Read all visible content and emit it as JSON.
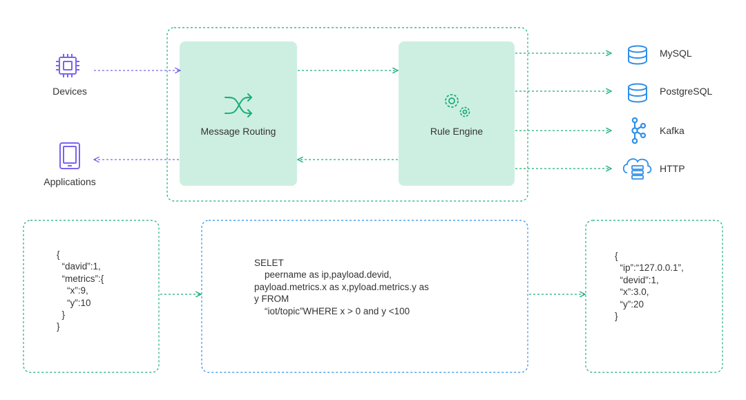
{
  "colors": {
    "green": "#1BAE77",
    "green_fill": "#CDEFE1",
    "purple": "#7A63F0",
    "blue": "#2F8FE8"
  },
  "inputs": {
    "devices": {
      "label": "Devices",
      "icon": "chip-icon"
    },
    "applications": {
      "label": "Applications",
      "icon": "tablet-icon"
    }
  },
  "core": {
    "routing": {
      "label": "Message Routing",
      "icon": "shuffle-icon"
    },
    "rules": {
      "label": "Rule Engine",
      "icon": "gears-icon"
    }
  },
  "outputs": [
    {
      "label": "MySQL",
      "icon": "database-icon"
    },
    {
      "label": "PostgreSQL",
      "icon": "database-icon"
    },
    {
      "label": "Kafka",
      "icon": "kafka-icon"
    },
    {
      "label": "HTTP",
      "icon": "cloud-server-icon"
    }
  ],
  "example": {
    "input_json": "{\n  “david”:1,\n  “metrics”:{\n    “x”:9,\n    “y”:10\n  }\n}",
    "sql": "SELET\n    peername as ip,payload.devid,\npayload.metrics.x as x,pyload.metrics.y as\ny FROM\n    “iot/topic”WHERE x > 0 and y <100",
    "output_json": "{\n  “ip”:“127.0.0.1”,\n  “devid”:1,\n  “x”:3.0,\n  “y”:20\n}"
  }
}
